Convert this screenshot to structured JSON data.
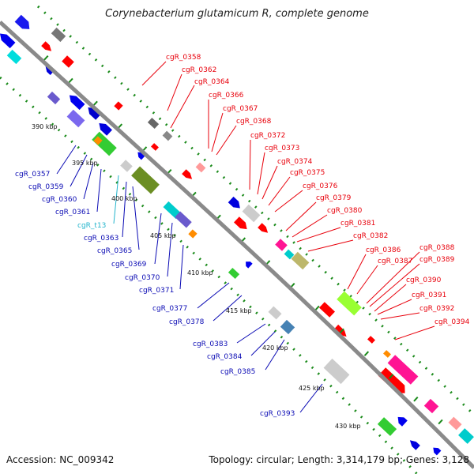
{
  "title": "Corynebacterium glutamicum R, complete genome",
  "footer": {
    "accession": "Accession: NC_009342",
    "topology": "Topology: circular; Length: 3,314,179 bp; Genes: 3,128"
  },
  "colors": {
    "forward_label": "#e8000b",
    "reverse_label": "#0a0ab4",
    "rna_label": "#22b4cc",
    "backbone": "#888888",
    "tick": "#1a8a1a",
    "gc_dot": "#1a8a1a"
  },
  "kbp_labels": [
    "390 kbp",
    "395 kbp",
    "400 kbp",
    "405 kbp",
    "410 kbp",
    "415 kbp",
    "420 kbp",
    "425 kbp",
    "430 kbp"
  ],
  "reverse_genes": [
    "cgR_0357",
    "cgR_0359",
    "cgR_0360",
    "cgR_0361",
    "cgR_t13",
    "cgR_0363",
    "cgR_0365",
    "cgR_0369",
    "cgR_0370",
    "cgR_0371",
    "cgR_0377",
    "cgR_0378",
    "cgR_0383",
    "cgR_0384",
    "cgR_0385",
    "cgR_0393"
  ],
  "forward_genes": [
    "cgR_0358",
    "cgR_0362",
    "cgR_0364",
    "cgR_0366",
    "cgR_0367",
    "cgR_0368",
    "cgR_0372",
    "cgR_0373",
    "cgR_0374",
    "cgR_0375",
    "cgR_0376",
    "cgR_0379",
    "cgR_0380",
    "cgR_0381",
    "cgR_0382",
    "cgR_0386",
    "cgR_0387",
    "cgR_0388",
    "cgR_0389",
    "cgR_0390",
    "cgR_0391",
    "cgR_0392",
    "cgR_0394"
  ]
}
